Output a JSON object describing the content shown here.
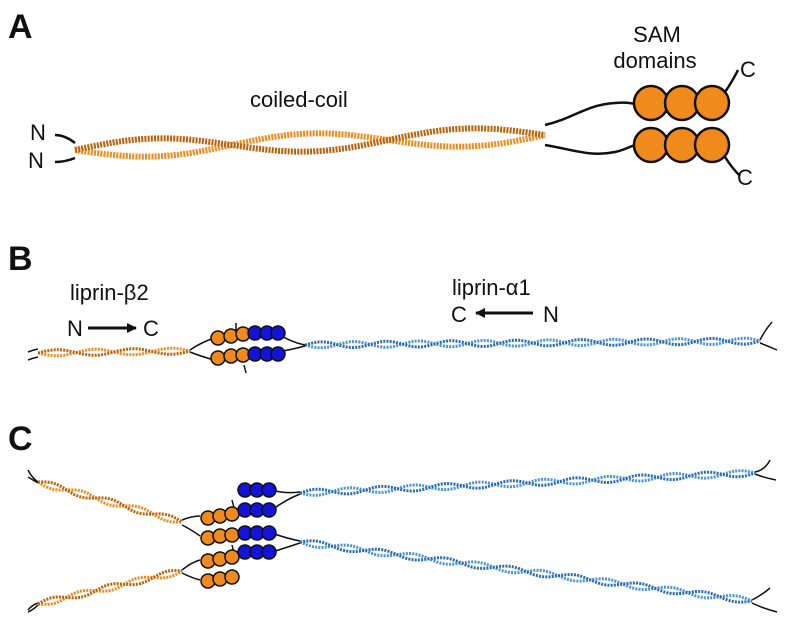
{
  "colors": {
    "orange": "#f08a1c",
    "orange_dark": "#b8620a",
    "blue_light": "#4a93d6",
    "blue_dark": "#2a6bb0",
    "sam_blue": "#1414d8",
    "outline": "#111111"
  },
  "panels": [
    {
      "label": "A",
      "coiled_coil_label": "coiled-coil",
      "sam_label_line1": "SAM",
      "sam_label_line2": "domains",
      "n_terminus": "N",
      "c_terminus": "C"
    },
    {
      "label": "B",
      "beta_label": "liprin-β2",
      "beta_n": "N",
      "beta_c": "C",
      "alpha_label": "liprin-α1",
      "alpha_c": "C",
      "alpha_n": "N"
    },
    {
      "label": "C"
    }
  ]
}
